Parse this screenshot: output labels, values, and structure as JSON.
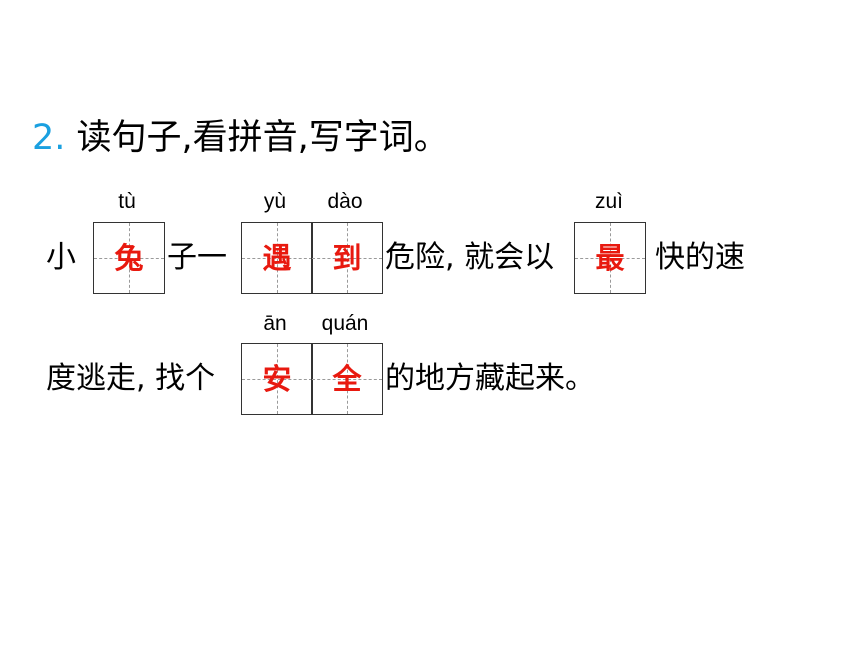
{
  "question": {
    "number": "2.",
    "text": "读句子,看拼音,写字词。"
  },
  "line1": {
    "t1": "小",
    "t2": "子一",
    "t3": "危险, 就会以",
    "t4": "快的速",
    "boxes": [
      {
        "pinyin": "tù",
        "answer": "兔"
      },
      {
        "pinyin": "yù",
        "answer": "遇"
      },
      {
        "pinyin": "dào",
        "answer": "到"
      },
      {
        "pinyin": "zuì",
        "answer": "最"
      }
    ]
  },
  "line2": {
    "t1": "度逃走, 找个",
    "t2": "的地方藏起来。",
    "boxes": [
      {
        "pinyin": "ān",
        "answer": "安"
      },
      {
        "pinyin": "quán",
        "answer": "全"
      }
    ]
  },
  "colors": {
    "number": "#1aa0e0",
    "answer": "#e8190f",
    "box_border": "#333333",
    "guide": "#9a9a9a"
  }
}
